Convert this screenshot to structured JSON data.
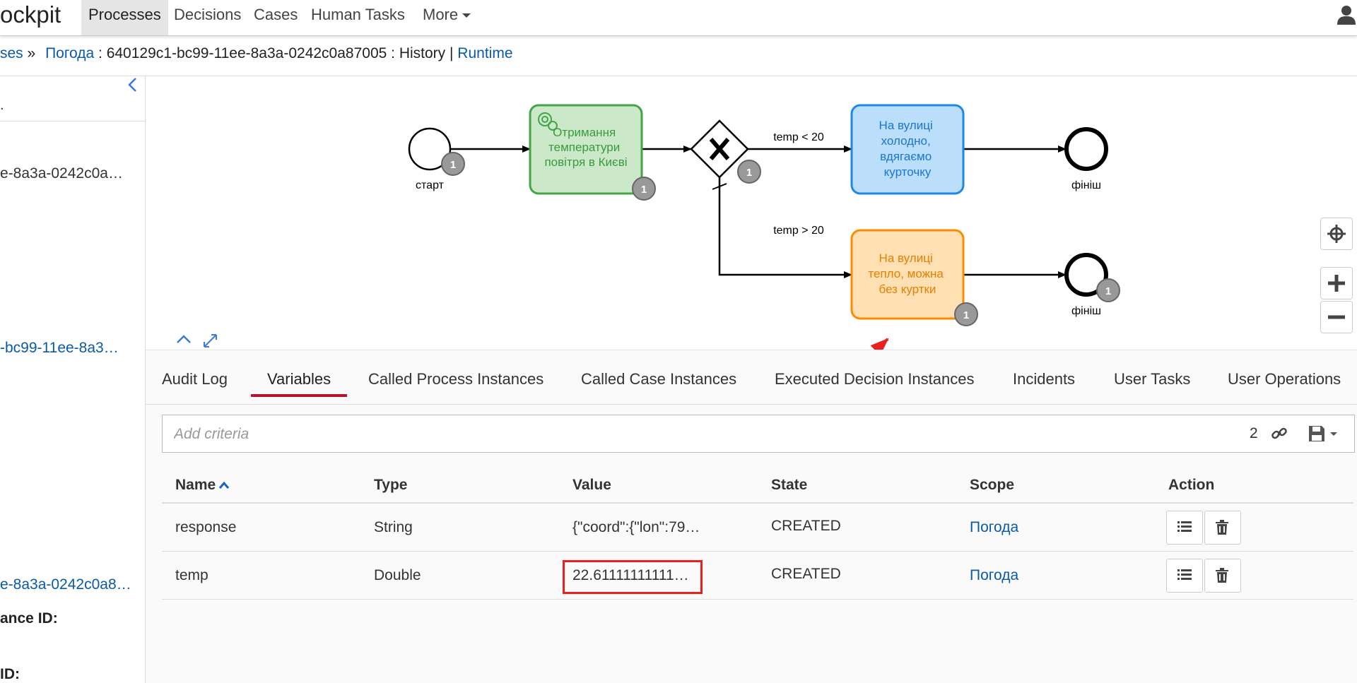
{
  "nav": {
    "brand": "ockpit",
    "items": [
      {
        "label": "Processes",
        "active": true
      },
      {
        "label": "Decisions",
        "active": false
      },
      {
        "label": "Cases",
        "active": false
      },
      {
        "label": "Human Tasks",
        "active": false
      }
    ],
    "more_label": "More"
  },
  "breadcrumb": {
    "parent": "ses",
    "separator": "»",
    "process": "Погода",
    "instance_text": ":  640129c1-bc99-11ee-8a3a-0242c0a87005 : History |",
    "runtime": "Runtime"
  },
  "sidebar": {
    "dot": ".",
    "id1": "e-8a3a-0242c0a…",
    "id2": "-bc99-11ee-8a3…",
    "id3": "e-8a3a-0242c0a8…",
    "label1": "ance ID:",
    "label2": "ID:"
  },
  "diagram": {
    "start_label": "старт",
    "task1": [
      "Отримання",
      "температури",
      "повітря в Києві"
    ],
    "condition_cold": "temp < 20",
    "condition_warm": "temp > 20",
    "task_cold": [
      "На вулиці",
      "холодно,",
      "вдягаємо",
      "курточку"
    ],
    "task_warm": [
      "На вулиці",
      "тепло, можна",
      "без куртки"
    ],
    "end_label": "фініш",
    "badges": {
      "start": "1",
      "task1": "1",
      "gateway": "1",
      "task_warm": "1",
      "end_warm": "1"
    },
    "colors": {
      "task1_fill": "#cbe8c9",
      "task1_stroke": "#43a548",
      "cold_fill": "#bbdefb",
      "cold_stroke": "#1e88e5",
      "warm_fill": "#ffe0b2",
      "warm_stroke": "#fb8c00",
      "annotation": "#e8201e"
    }
  },
  "tabs": [
    {
      "label": "Audit Log",
      "active": false
    },
    {
      "label": "Variables",
      "active": true
    },
    {
      "label": "Called Process Instances",
      "active": false
    },
    {
      "label": "Called Case Instances",
      "active": false
    },
    {
      "label": "Executed Decision Instances",
      "active": false
    },
    {
      "label": "Incidents",
      "active": false
    },
    {
      "label": "User Tasks",
      "active": false
    },
    {
      "label": "User Operations",
      "active": false
    }
  ],
  "search": {
    "placeholder": "Add criteria",
    "count": "2"
  },
  "table": {
    "columns": [
      "Name",
      "Type",
      "Value",
      "State",
      "Scope",
      "Action"
    ],
    "rows": [
      {
        "name": "response",
        "type": "String",
        "value": "{\"coord\":{\"lon\":79…",
        "state": "CREATED",
        "scope": "Погода"
      },
      {
        "name": "temp",
        "type": "Double",
        "value": "22.61111111111…",
        "state": "CREATED",
        "scope": "Погода"
      }
    ]
  }
}
